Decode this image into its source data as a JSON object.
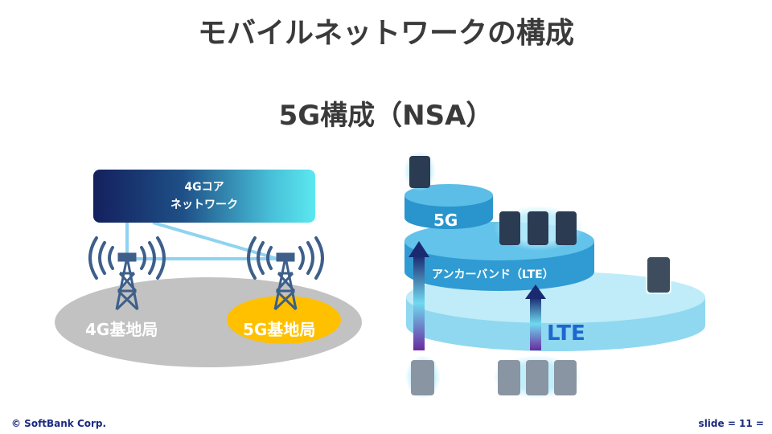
{
  "title": "モバイルネットワークの構成",
  "subtitle": "5G構成（NSA）",
  "left_diagram": {
    "core_line1": "4Gコア",
    "core_line2": "ネットワーク",
    "station_4g": "4G基地局",
    "station_5g": "5G基地局"
  },
  "right_diagram": {
    "layer_5g": "5G",
    "layer_anchor": "アンカーバンド（LTE）",
    "layer_lte": "LTE"
  },
  "footer": {
    "copyright": "© SoftBank Corp.",
    "slide": "slide = 11 ="
  },
  "colors": {
    "core_start": "#14205e",
    "core_end": "#5be8f0",
    "ground": "#c2c2c2",
    "station_5g": "#ffc000",
    "disc_5g": "#4aaed8",
    "disc_anchor": "#5ab8e6",
    "disc_lte": "#aee3f5",
    "tower": "#3d5f8a"
  }
}
